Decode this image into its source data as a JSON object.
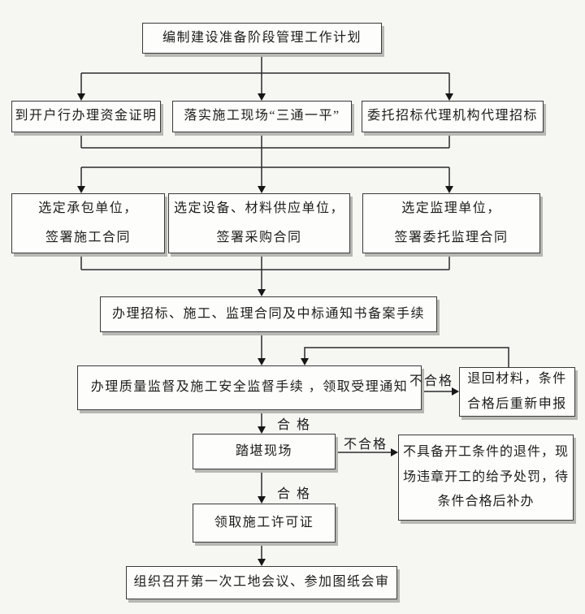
{
  "diagram": {
    "nodes": {
      "plan": {
        "lines": [
          "编制建设准备阶段管理工作计划"
        ]
      },
      "fund": {
        "lines": [
          "到开户行办理资金证明"
        ]
      },
      "site": {
        "lines": [
          "落实施工现场“三通一平”"
        ]
      },
      "agent": {
        "lines": [
          "委托招标代理机构代理招标"
        ]
      },
      "contractor": {
        "lines": [
          "选定承包单位，",
          "签署施工合同"
        ]
      },
      "supplier": {
        "lines": [
          "选定设备、材料供应单位，",
          "签署采购合同"
        ]
      },
      "supervisor": {
        "lines": [
          "选定监理单位，",
          "签署委托监理合同"
        ]
      },
      "filing": {
        "lines": [
          "办理招标、施工、监理合同及中标通知书备案手续"
        ]
      },
      "quality": {
        "lines": [
          "办理质量监督及施工安全监督手续 ，领取受理通知"
        ]
      },
      "return_material": {
        "lines": [
          "退回材料，条件",
          "合格后重新申报"
        ]
      },
      "site_visit": {
        "lines": [
          "踏堪现场"
        ]
      },
      "reject": {
        "lines": [
          "不具备开工条件的退件，现",
          "场违章开工的给予处罚，待",
          "条件合格后补办"
        ]
      },
      "permit": {
        "lines": [
          "领取施工许可证"
        ]
      },
      "meeting": {
        "lines": [
          "组织召开第一次工地会议、参加图纸会审"
        ]
      }
    },
    "labels": {
      "fail1": "不合格",
      "pass1": "合 格",
      "fail2": "不合格",
      "pass2": "合 格"
    },
    "colors": {
      "line": "#2c2c2c",
      "box_border": "#3a3a3a",
      "box_fill": "#fdfdfb",
      "shadow": "#b7b7b3",
      "background": "#f6f6f3"
    }
  }
}
